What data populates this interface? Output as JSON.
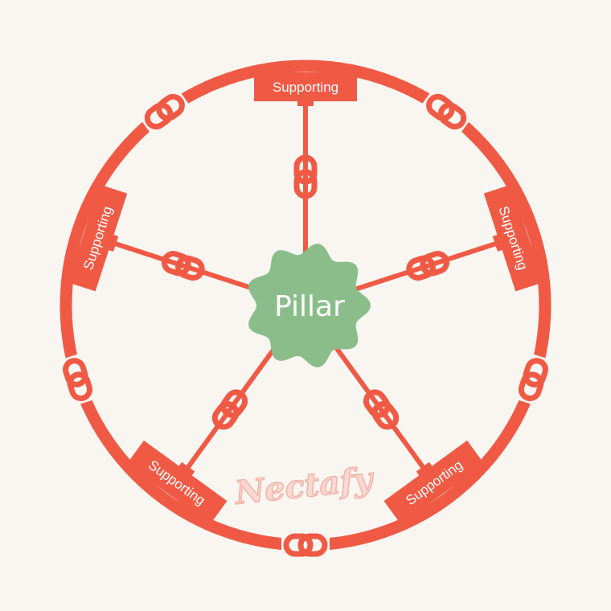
{
  "diagram": {
    "center": {
      "label": "Pillar",
      "color": "#8bbd8b"
    },
    "supporting": [
      {
        "label": "Supporting",
        "flip": false
      },
      {
        "label": "Supporting",
        "flip": false
      },
      {
        "label": "Supporting",
        "flip": true
      },
      {
        "label": "Supporting",
        "flip": true
      },
      {
        "label": "Supporting",
        "flip": false
      }
    ],
    "colors": {
      "accent": "#f05a45",
      "background": "#f9f6f2",
      "text": "#ffffff"
    },
    "watermark": "Nectafy"
  }
}
